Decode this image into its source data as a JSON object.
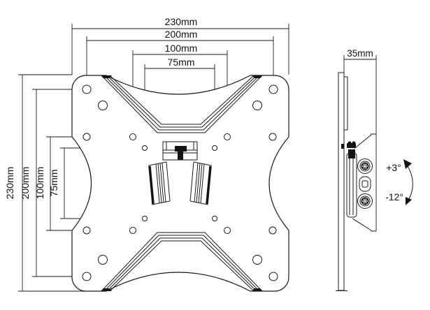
{
  "drawing": {
    "background_color": "#ffffff",
    "line_color": "#1a1a1a"
  },
  "front_view": {
    "top_dimensions": [
      "230mm",
      "200mm",
      "100mm",
      "75mm"
    ],
    "left_dimensions": [
      "230mm",
      "200mm",
      "100mm",
      "75mm"
    ]
  },
  "side_view": {
    "width_dimension": "35mm",
    "tilt_up_angle": "+3°",
    "tilt_down_angle": "-12°"
  }
}
